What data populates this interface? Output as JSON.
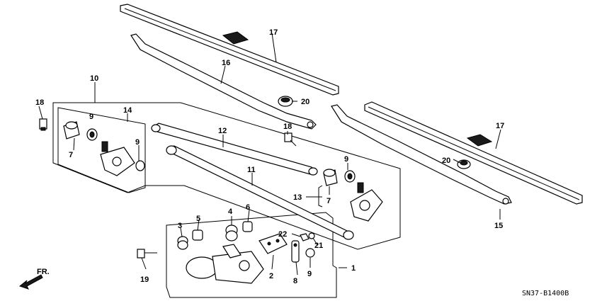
{
  "labels": {
    "n1": "1",
    "n2": "2",
    "n3": "3",
    "n4": "4",
    "n5": "5",
    "n6": "6",
    "n7a": "7",
    "n7b": "7",
    "n8": "8",
    "n9a": "9",
    "n9b": "9",
    "n9c": "9",
    "n9d": "9",
    "n10": "10",
    "n11": "11",
    "n12": "12",
    "n13": "13",
    "n14": "14",
    "n15": "15",
    "n16": "16",
    "n17a": "17",
    "n17b": "17",
    "n18a": "18",
    "n18b": "18",
    "n19": "19",
    "n20a": "20",
    "n20b": "20",
    "n21": "21",
    "n22": "22"
  },
  "direction_label": "FR.",
  "diagram_code": "SN37-B1400B"
}
